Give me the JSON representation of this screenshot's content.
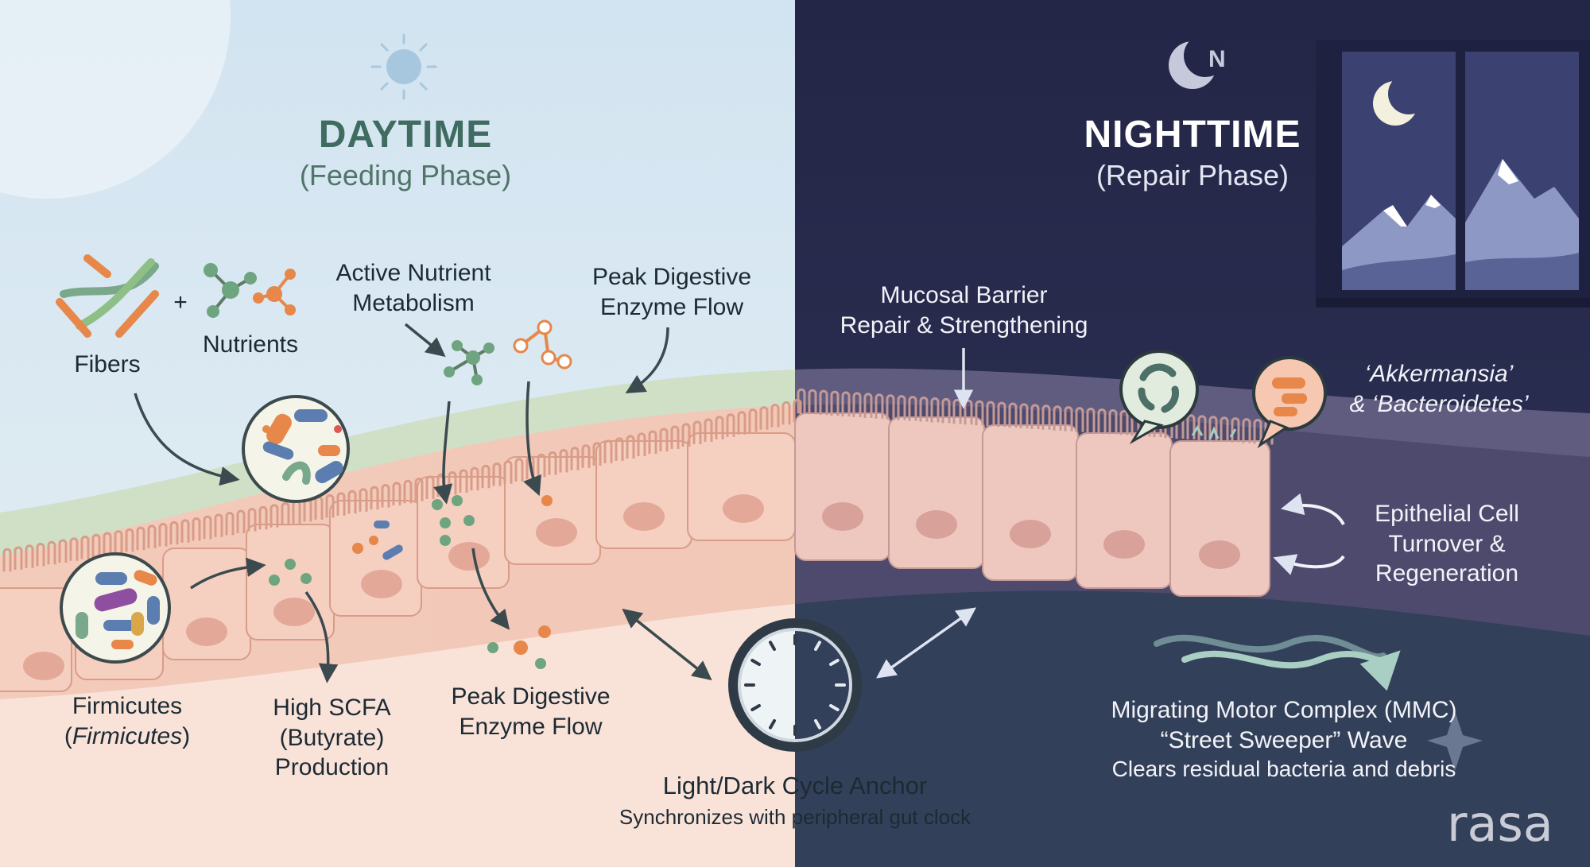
{
  "day": {
    "title": "DAYTIME",
    "subtitle": "(Feeding Phase)",
    "fibers": "Fibers",
    "plus": "+",
    "nutrients": "Nutrients",
    "metabolism_1": "Active Nutrient",
    "metabolism_2": "Metabolism",
    "enzyme_top_1": "Peak Digestive",
    "enzyme_top_2": "Enzyme Flow",
    "firmicutes_1": "Firmicutes",
    "firmicutes_2": "Firmicutes",
    "scfa_1": "High SCFA",
    "scfa_2": "(Butyrate)",
    "scfa_3": "Production",
    "enzyme_bottom_1": "Peak Digestive",
    "enzyme_bottom_2": "Enzyme Flow"
  },
  "night": {
    "title": "NIGHTTIME",
    "subtitle": "(Repair Phase)",
    "moon_letter": "N",
    "mucosal_1": "Mucosal Barrier",
    "mucosal_2": "Repair & Strengthening",
    "akk_1": "‘Akkermansia’",
    "akk_2": "& ‘Bacteroidetes’",
    "epi_1": "Epithelial Cell",
    "epi_2": "Turnover &",
    "epi_3": "Regeneration",
    "mmc_1": "Migrating Motor Complex (MMC)",
    "mmc_2": "“Street Sweeper” Wave",
    "mmc_3": "Clears residual bacteria and debris"
  },
  "clock": {
    "title": "Light/Dark Cycle Anchor",
    "caption": "Synchronizes with peripheral gut clock"
  },
  "brand": "rasa",
  "colors": {
    "day_sky": "#dbe9f3",
    "night_sky": "#272a4d",
    "tissue": "#f1c9b9",
    "mucus_day": "#cfe0c6",
    "mucus_night": "#5b5878",
    "arrow": "#3b4a4e",
    "green_accent": "#5c8f6a",
    "orange_accent": "#e7874a"
  }
}
